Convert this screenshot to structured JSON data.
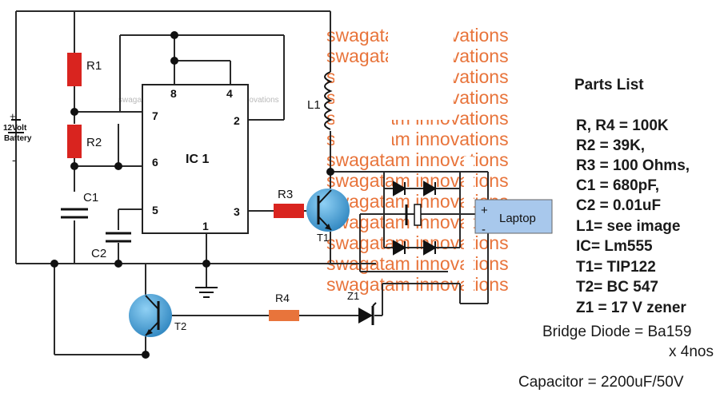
{
  "watermark": {
    "big_lines": [
      "swagatam innovations",
      "swagatam innovations",
      "swagatam innovations",
      "swagatam innovations",
      "swagatam innovations",
      "swagatam innovations",
      "swagatam innovations",
      "swagatam innovations",
      "swagatam innovations",
      "swagatam innovations",
      "swagatam innovations",
      "swagatam innovations",
      "swagatam innovations"
    ],
    "small": "swagatam innovations swagatam innovations"
  },
  "components": {
    "r1": "R1",
    "r2": "R2",
    "r3": "R3",
    "r4": "R4",
    "c1": "C1",
    "c2": "C2",
    "l1": "L1",
    "ic": "IC 1",
    "t1": "T1",
    "t2": "T2",
    "z1": "Z1",
    "battery_plus": "+",
    "battery_minus": "-",
    "battery_line1": "12Volt",
    "battery_line2": "Battery",
    "laptop": "Laptop",
    "laptop_plus": "+",
    "laptop_minus": "-"
  },
  "pins": {
    "p8": "8",
    "p4": "4",
    "p7": "7",
    "p2": "2",
    "p6": "6",
    "p5": "5",
    "p3": "3",
    "p1": "1"
  },
  "parts_list": {
    "title": "Parts List",
    "items": [
      "R, R4 = 100K",
      "R2 = 39K,",
      "R3 = 100 Ohms,",
      "C1 = 680pF,",
      "C2 = 0.01uF",
      "L1= see image",
      "IC= Lm555",
      "T1= TIP122",
      "T2= BC 547",
      "Z1 = 17 V zener"
    ]
  },
  "notes": {
    "bridge_line1": "Bridge Diode = Ba159",
    "bridge_line2": "x 4nos",
    "capacitor": "Capacitor = 2200uF/50V"
  },
  "colors": {
    "resistor": "#d9241f",
    "resistor_r4": "#e8743b",
    "transistor": "#3a92c8",
    "laptop": "#a8c8ec",
    "watermark": "#e8743b"
  }
}
